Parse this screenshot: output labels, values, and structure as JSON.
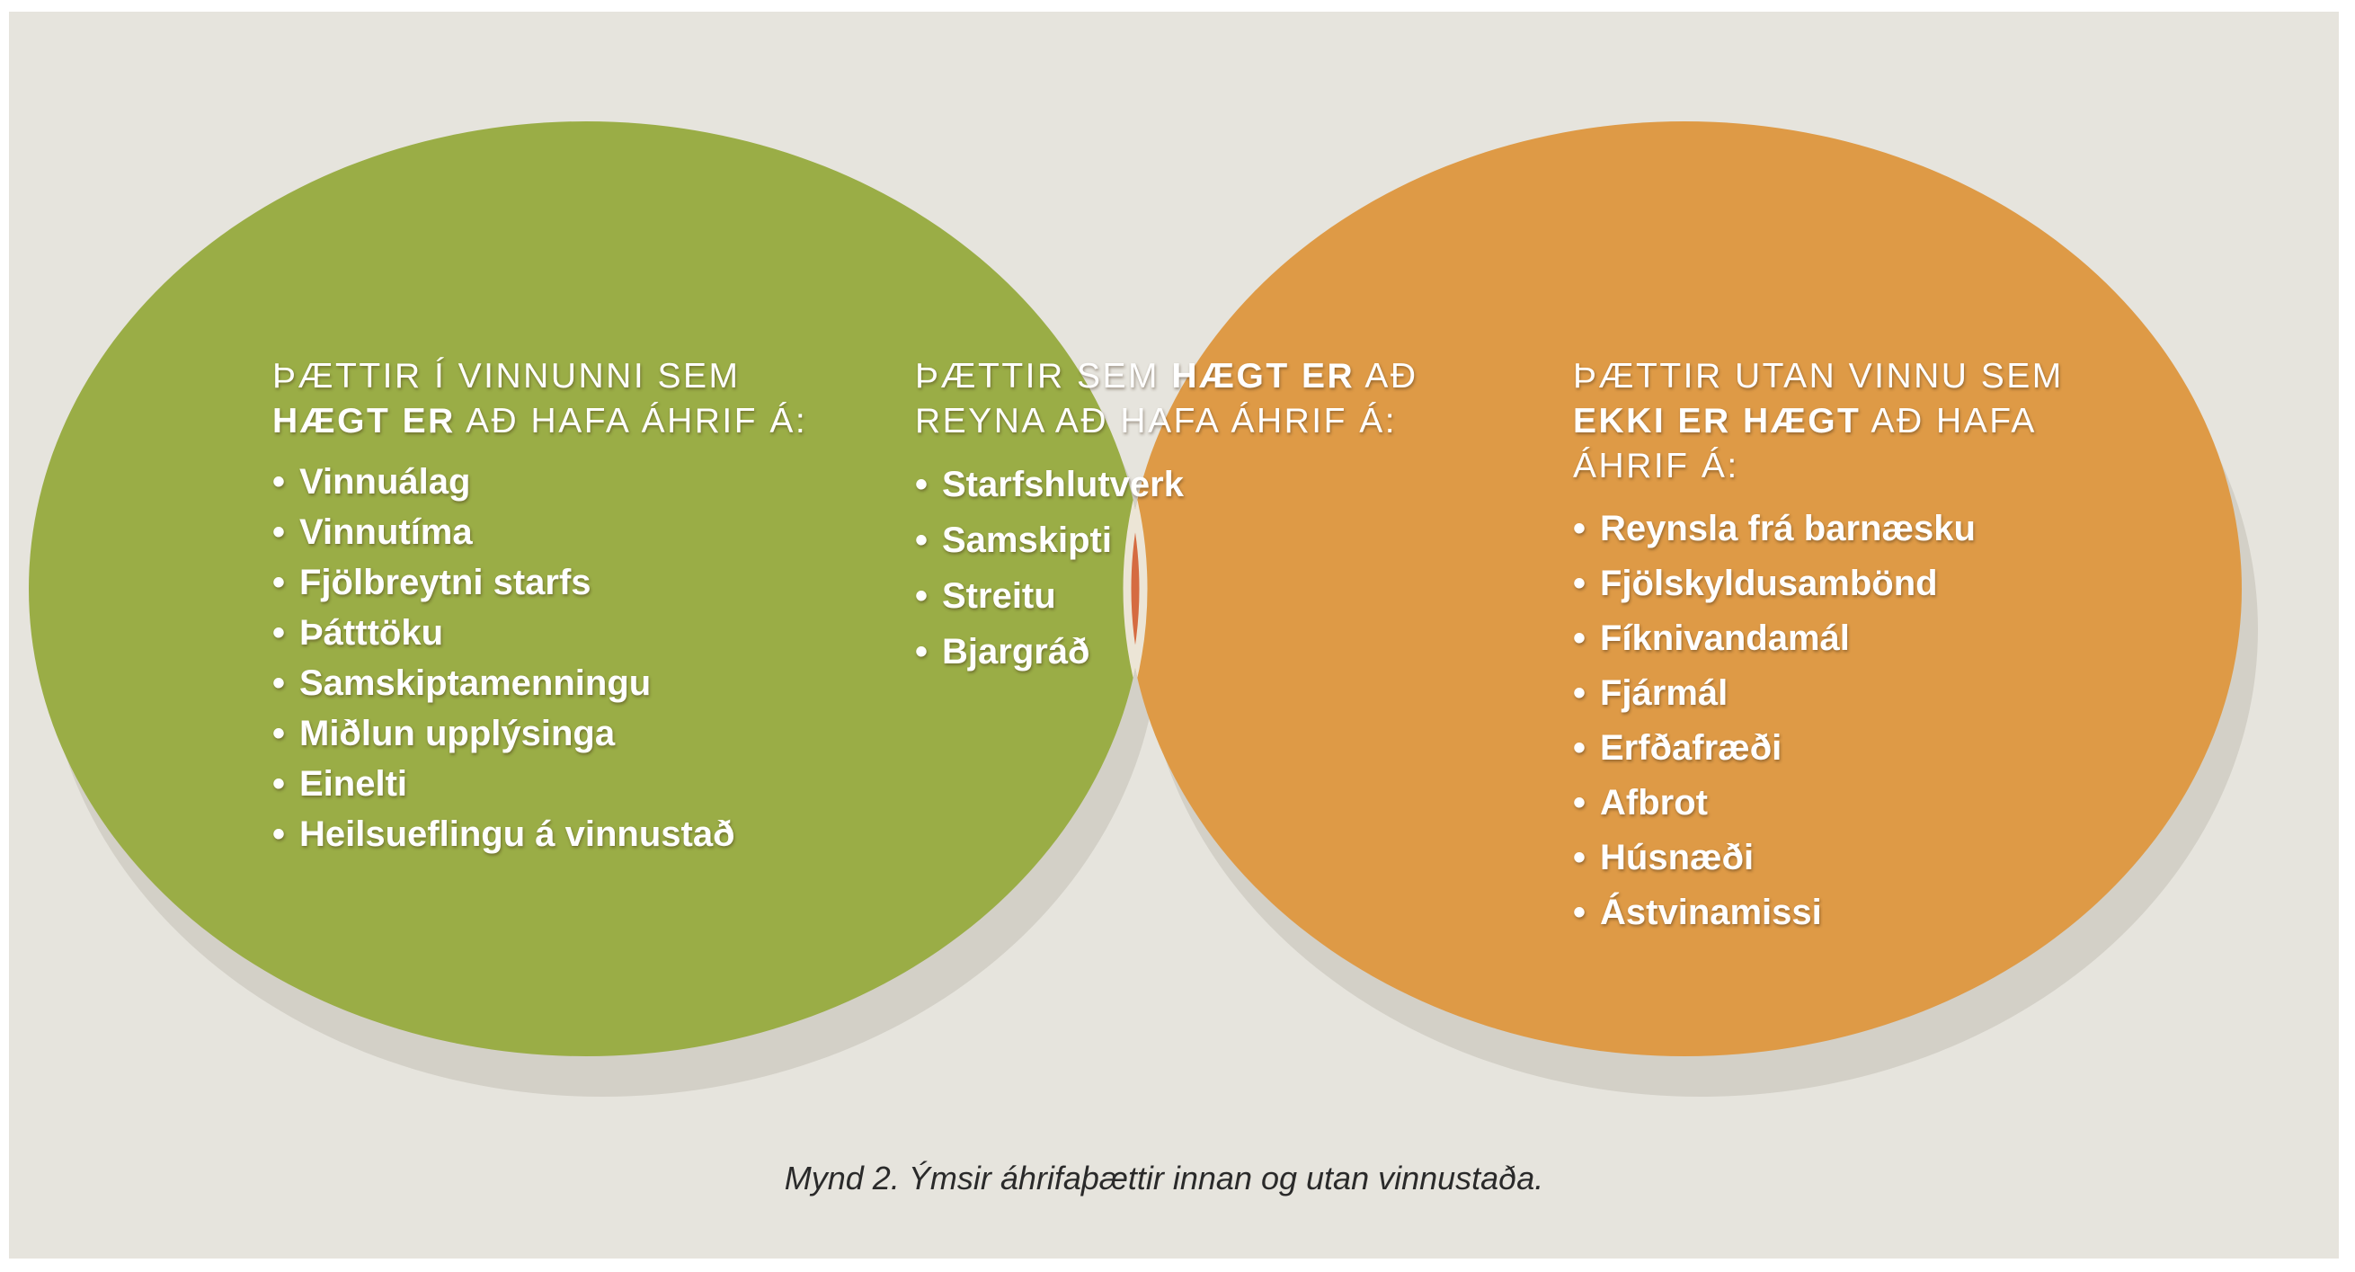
{
  "left": {
    "heading_line1": "ÞÆTTIR Í VINNUNNI SEM",
    "heading_bold": "HÆGT ER",
    "heading_rest": " AÐ HAFA ÁHRIF Á:",
    "items": [
      "Vinnuálag",
      "Vinnutíma",
      "Fjölbreytni starfs",
      "Þátttöku",
      "Samskiptamenningu",
      "Miðlun upplýsinga",
      "Einelti",
      "Heilsueflingu á vinnustað"
    ]
  },
  "middle": {
    "heading_pre": "ÞÆTTIR SEM ",
    "heading_bold": "HÆGT ER",
    "heading_post": " AÐ",
    "heading_line2": "REYNA AÐ HAFA ÁHRIF Á:",
    "items": [
      "Starfshlutverk",
      "Samskipti",
      "Streitu",
      "Bjargráð"
    ]
  },
  "right": {
    "heading_line1": "ÞÆTTIR UTAN VINNU SEM",
    "heading_bold": "EKKI ER HÆGT",
    "heading_post": " AÐ HAFA",
    "heading_line3": "ÁHRIF Á:",
    "items": [
      "Reynsla frá barnæsku",
      "Fjölskyldusambönd",
      "Fíknivandamál",
      "Fjármál",
      "Erfðafræði",
      "Afbrot",
      "Húsnæði",
      "Ástvinamissi"
    ]
  },
  "bullet": "•",
  "caption": "Mynd 2. Ýmsir áhrifaþættir innan og utan vinnustaða.",
  "colors": {
    "background": "#e6e4dd",
    "left_circle": "#9aad46",
    "right_circle": "#de9a46",
    "intersection": "#d56b41",
    "outline": "#ece5d6",
    "shadow": "#d3d0c7"
  }
}
